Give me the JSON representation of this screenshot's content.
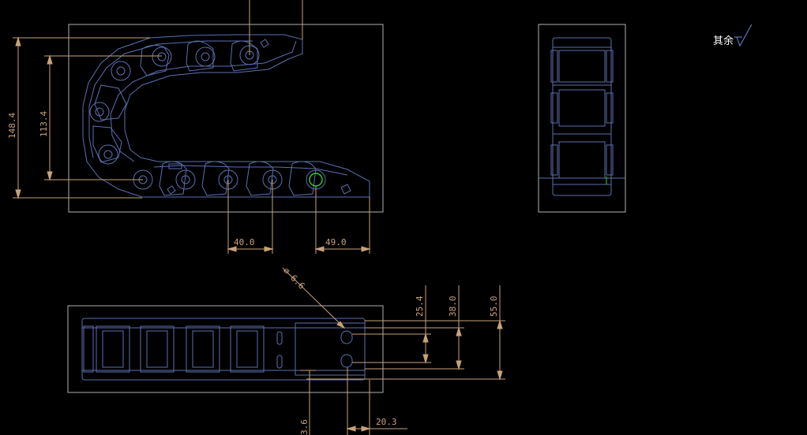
{
  "colors": {
    "background": "#000000",
    "part_lines": "#5b6fb0",
    "frame": "#b0b0b0",
    "dimension": "#c8a27a",
    "highlight": "#2fd02f",
    "note": "#ffffff"
  },
  "dimensions": {
    "overall_height": "148.4",
    "inner_height": "113.4",
    "pitch": "40.0",
    "end_length": "49.0",
    "hole_dia": "⌀ 6.6",
    "dim_25": "25.4",
    "dim_38": "38.0",
    "dim_55": "55.0",
    "dim_20": "20.3",
    "dim_bottom_partial": "3.6"
  },
  "note": {
    "surface_finish_text": "其余"
  }
}
